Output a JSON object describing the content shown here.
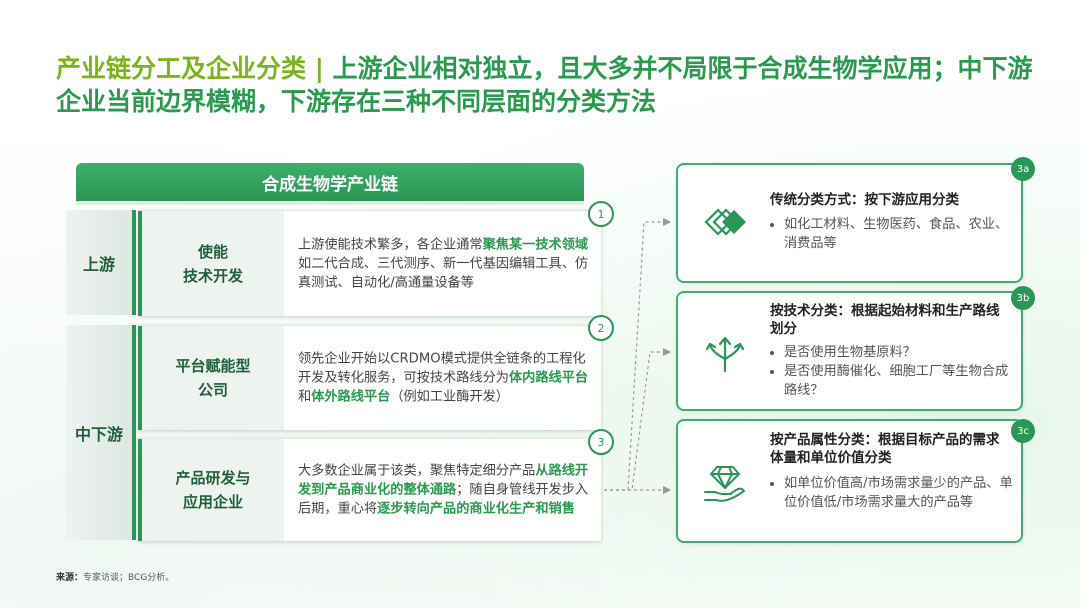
{
  "title": {
    "lead": "产业链分工及企业分类 | ",
    "rest": "上游企业相对独立，且大多并不局限于合成生物学应用；中下游企业当前边界模糊，下游存在三种不同层面的分类方法"
  },
  "chain": {
    "header": "合成生物学产业链",
    "stages": {
      "upstream": "上游",
      "midstream": "中下游"
    },
    "rows": [
      {
        "badge": "1",
        "category_line1": "使能",
        "category_line2": "技术开发",
        "text_a": "上游使能技术繁多，各企业通常",
        "highlight_a": "聚焦某一技术领域",
        "text_b": "如二代合成、三代测序、新一代基因编辑工具、仿真测试、自动化/高通量设备等",
        "highlight_b": "",
        "text_c": ""
      },
      {
        "badge": "2",
        "category_line1": "平台赋能型",
        "category_line2": "公司",
        "text_a": "领先企业开始以CRDMO模式提供全链条的工程化开发及转化服务，可按技术路线分为",
        "highlight_a": "体内路线平台",
        "text_b": "和",
        "highlight_b": "体外路线平台",
        "text_c": "（例如工业酶开发）"
      },
      {
        "badge": "3",
        "category_line1": "产品研发与",
        "category_line2": "应用企业",
        "text_a": "大多数企业属于该类，聚焦特定细分产品",
        "highlight_a": "从路线开发到产品商业化的整体通路",
        "text_b": "；随自身管线开发步入后期，重心将",
        "highlight_b": "逐步转向产品的商业化生产和销售",
        "text_c": ""
      }
    ]
  },
  "classifications": [
    {
      "tag": "3a",
      "icon": "layers-icon",
      "title": "传统分类方式：按下游应用分类",
      "bullets": [
        "如化工材料、生物医药、食品、农业、消费品等"
      ]
    },
    {
      "tag": "3b",
      "icon": "route-arrows-icon",
      "title": "按技术分类：根据起始材料和生产路线划分",
      "bullets": [
        "是否使用生物基原料？",
        "是否使用酶催化、细胞工厂等生物合成路线？"
      ]
    },
    {
      "tag": "3c",
      "icon": "gem-hand-icon",
      "title": "按产品属性分类：根据目标产品的需求体量和单位价值分类",
      "bullets": [
        "如单位价值高/市场需求量少的产品、单位价值低/市场需求量大的产品等"
      ]
    }
  ],
  "source": {
    "label": "来源：",
    "text": "专家访谈；BCG分析。"
  },
  "colors": {
    "brand_green": "#2b9756",
    "title_lead": "#7ab51d",
    "highlight": "#2a9a4e"
  }
}
